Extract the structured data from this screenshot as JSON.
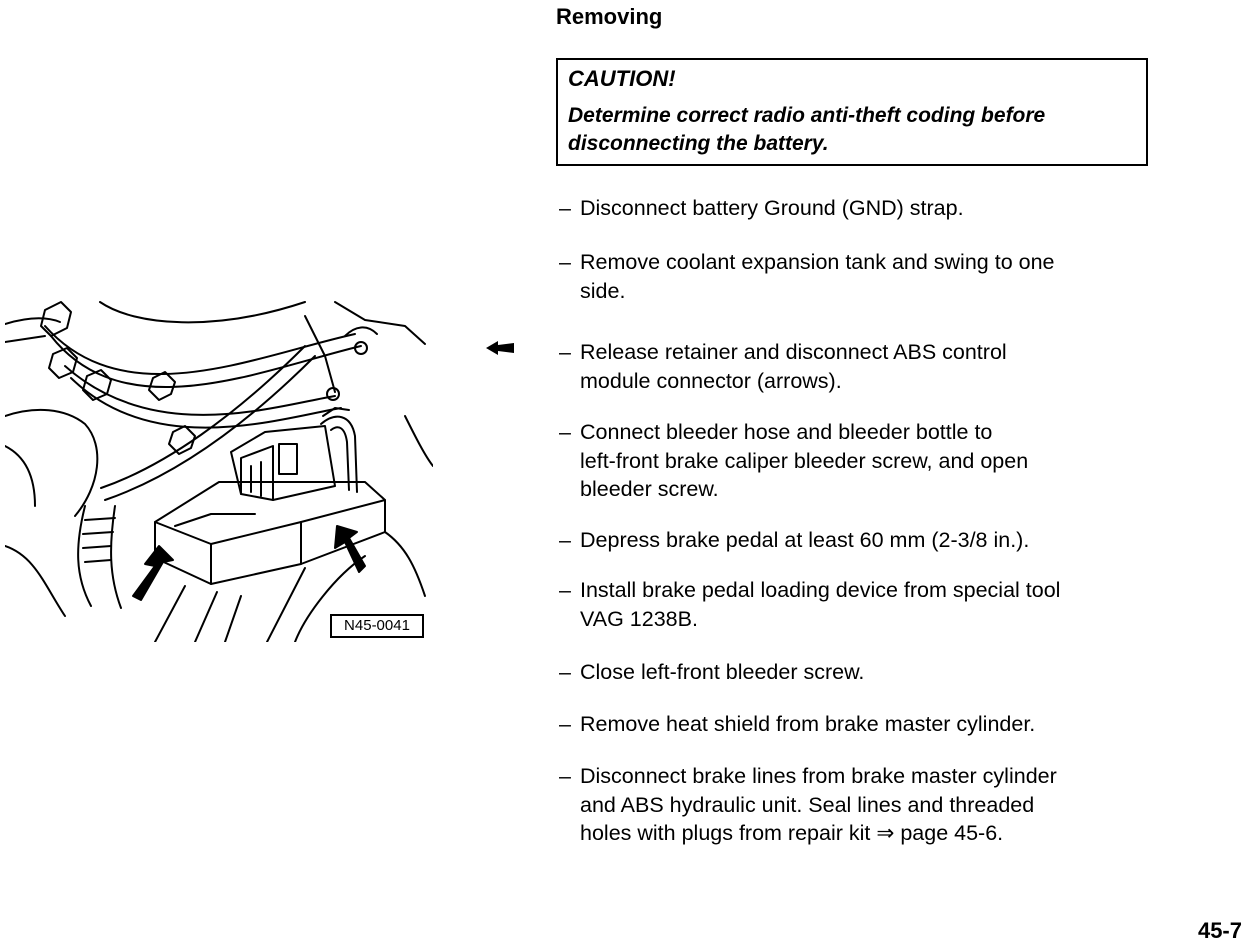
{
  "section": {
    "heading": "Removing"
  },
  "caution": {
    "title": "CAUTION!",
    "line1": "Determine correct radio anti-theft coding before",
    "line2": "disconnecting the battery."
  },
  "steps": [
    {
      "dash": "–",
      "lines": [
        "Disconnect battery Ground (GND) strap."
      ]
    },
    {
      "dash": "–",
      "lines": [
        "Remove coolant expansion tank and swing to one",
        "side."
      ]
    },
    {
      "dash": "–",
      "lines": [
        "Release retainer and disconnect ABS control",
        "module connector (arrows)."
      ]
    },
    {
      "dash": "–",
      "lines": [
        "Connect bleeder hose and bleeder bottle to",
        "left-front brake caliper bleeder screw, and open",
        "bleeder screw."
      ]
    },
    {
      "dash": "–",
      "lines": [
        "Depress brake pedal at least 60 mm (2-3/8 in.)."
      ]
    },
    {
      "dash": "–",
      "lines": [
        "Install brake pedal loading device from special tool",
        "VAG 1238B."
      ]
    },
    {
      "dash": "–",
      "lines": [
        "Close left-front bleeder screw."
      ]
    },
    {
      "dash": "–",
      "lines": [
        "Remove heat shield from brake master cylinder."
      ]
    },
    {
      "dash": "–",
      "lines": [
        "Disconnect brake lines from brake master cylinder",
        "and ABS hydraulic unit.  Seal lines and threaded",
        "holes with plugs from repair kit ⇒ page 45-6."
      ]
    }
  ],
  "figure": {
    "label": "N45-0041",
    "icon": "abs-control-module-illustration"
  },
  "pointer": {
    "icon": "left-pointer-arrow-icon"
  },
  "page_number": "45-7"
}
